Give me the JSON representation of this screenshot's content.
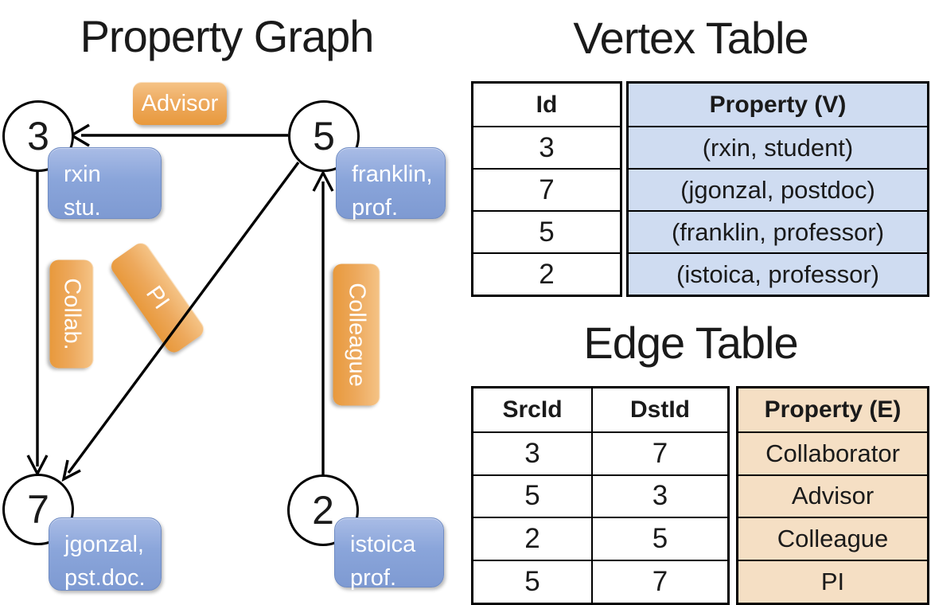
{
  "titles": {
    "graph": "Property Graph",
    "vertex_table": "Vertex Table",
    "edge_table": "Edge Table"
  },
  "graph": {
    "nodes": [
      {
        "id": "3",
        "label": "rxin\nstu."
      },
      {
        "id": "5",
        "label": "franklin,\nprof."
      },
      {
        "id": "7",
        "label": "jgonzal,\npst.doc."
      },
      {
        "id": "2",
        "label": "istoica\nprof."
      }
    ],
    "edge_labels": [
      {
        "text": "Advisor",
        "src": "5",
        "dst": "3"
      },
      {
        "text": "Collab.",
        "src": "3",
        "dst": "7"
      },
      {
        "text": "PI",
        "src": "5",
        "dst": "7"
      },
      {
        "text": "Colleague",
        "src": "2",
        "dst": "5"
      }
    ]
  },
  "vertex_table": {
    "headers": [
      "Id",
      "Property (V)"
    ],
    "rows": [
      [
        "3",
        "(rxin, student)"
      ],
      [
        "7",
        "(jgonzal, postdoc)"
      ],
      [
        "5",
        "(franklin, professor)"
      ],
      [
        "2",
        "(istoica, professor)"
      ]
    ]
  },
  "edge_table": {
    "headers": [
      "SrcId",
      "DstId",
      "Property (E)"
    ],
    "rows": [
      [
        "3",
        "7",
        "Collaborator"
      ],
      [
        "5",
        "3",
        "Advisor"
      ],
      [
        "2",
        "5",
        "Colleague"
      ],
      [
        "5",
        "7",
        "PI"
      ]
    ]
  },
  "colors": {
    "node_fill": "#ffffff",
    "node_border": "#000000",
    "arrow": "#000000",
    "vertex_property_box": "#8aa5da",
    "edge_label_box": "#eda95d",
    "label_text": "#ffffff",
    "vertex_table_fill": "#cfdcf1",
    "edge_table_fill": "#f5dfc4",
    "table_border": "#000000"
  }
}
